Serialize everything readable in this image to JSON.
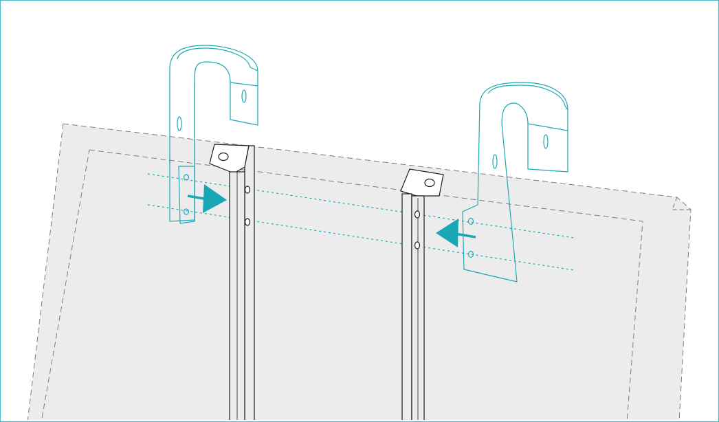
{
  "figure": {
    "title": "",
    "panel_fill": "#ececec",
    "outline_color": "#1a1a1a",
    "accent_color": "#1aa7b5",
    "frame_color": "#45bccb",
    "panel_dash_color": "#7a7a7a"
  },
  "parts": [
    {
      "id": "wall-panel",
      "label": ""
    },
    {
      "id": "rail-left",
      "label": ""
    },
    {
      "id": "rail-right",
      "label": ""
    },
    {
      "id": "hook-bracket-left",
      "label": ""
    },
    {
      "id": "hook-bracket-right",
      "label": ""
    }
  ],
  "actions": [
    {
      "id": "attach-left-arrow",
      "direction": "right"
    },
    {
      "id": "attach-right-arrow",
      "direction": "left"
    }
  ]
}
